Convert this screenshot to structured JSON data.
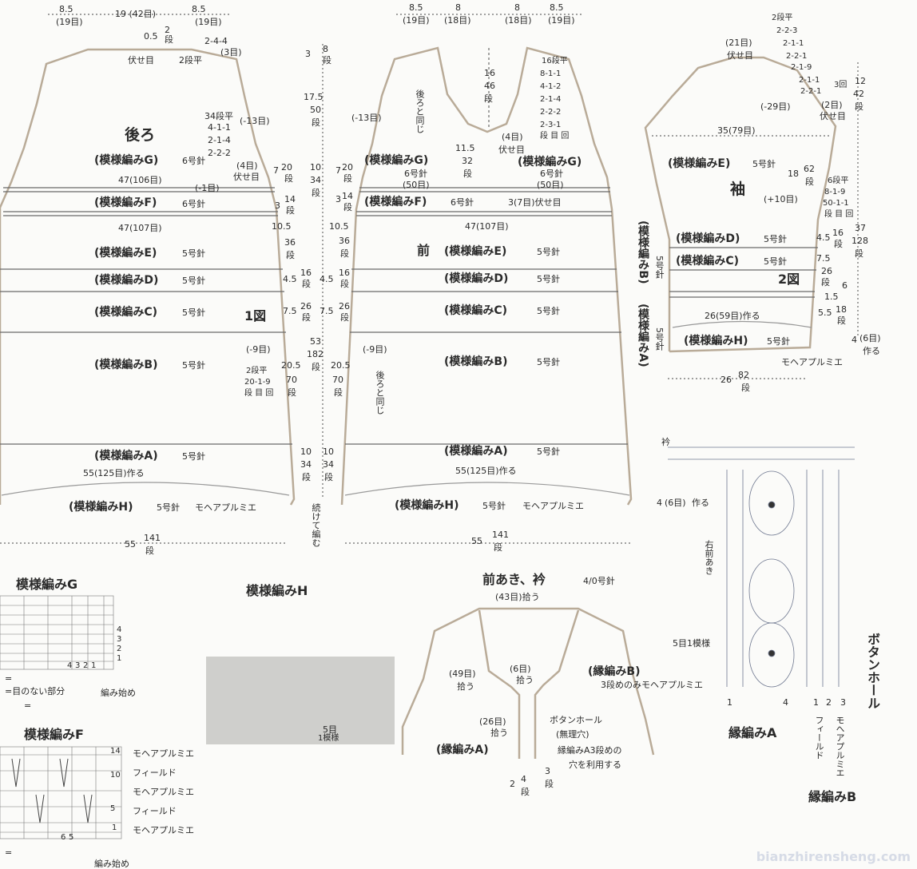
{
  "back": {
    "title": "後ろ",
    "top_dims": [
      "8.5",
      "(19目)",
      "19 (42目)",
      "8.5",
      "(19目)"
    ],
    "shoulder": [
      "0.5",
      "2",
      "段",
      "伏せ目",
      "2段平",
      "2-4-4",
      "(3目)"
    ],
    "armhole": [
      "34段平",
      "4-1-1",
      "2-1-4",
      "2-2-2",
      "(-13目)",
      "(4目)",
      "伏せ目"
    ],
    "pattern_g": "(模様編みG)",
    "needle_g": "6号針",
    "width_106": "47(106目)",
    "dec_1": "(-1目)",
    "pattern_f": "(模様編みF)",
    "needle_f": "6号針",
    "width_107": "47(107目)",
    "pattern_e": "(模様編みE)",
    "needle_e": "5号針",
    "pattern_d": "(模様編みD)",
    "needle_d": "5号針",
    "pattern_c": "(模様編みC)",
    "needle_c": "5号針",
    "fig": "1図",
    "dec_9": "(-9目)",
    "side_dec": [
      "2段平",
      "20-1-9",
      "段 目 回"
    ],
    "pattern_b": "(模様編みB)",
    "needle_b": "5号針",
    "pattern_a": "(模様編みA)",
    "needle_a": "5号針",
    "cast_on": "55(125目)作る",
    "pattern_h": "(模様編みH)",
    "needle_h": "5号針",
    "yarn": "モヘアプルミエ",
    "bottom": [
      "55",
      "141",
      "段"
    ]
  },
  "side_dims": {
    "left": [
      "7",
      "20",
      "段",
      "3",
      "14",
      "段",
      "10.5",
      "36",
      "段",
      "4.5",
      "16",
      "段",
      "7.5",
      "26",
      "段",
      "20.5",
      "70",
      "段",
      "10",
      "34",
      "段"
    ],
    "center": [
      "3",
      "8",
      "段",
      "17.5",
      "50",
      "段",
      "10",
      "34",
      "段",
      "53",
      "182",
      "段"
    ],
    "right": [
      "7",
      "20",
      "段",
      "3",
      "14",
      "段",
      "10.5",
      "36",
      "段",
      "4.5",
      "16",
      "段",
      "7.5",
      "26",
      "段",
      "20.5",
      "70",
      "段",
      "10",
      "34",
      "段"
    ],
    "continue": "続けて編む"
  },
  "front": {
    "title": "前",
    "top_dims": [
      "8.5",
      "(19目)",
      "8",
      "(18目)",
      "8",
      "(18目)",
      "8.5",
      "(19目)"
    ],
    "same_as_back": "後ろと同じ",
    "neck": [
      "16",
      "46",
      "段",
      "16段平",
      "8-1-1",
      "4-1-2",
      "2-1-4",
      "2-2-2",
      "2-3-1",
      "段 目 回"
    ],
    "dec_13": "(-13目)",
    "placket": [
      "(4目)",
      "伏せ目",
      "11.5",
      "32",
      "段"
    ],
    "pattern_g": "(模様編みG)",
    "needle_g": "6号針",
    "stitches_50": "(50目)",
    "pattern_f": "(模様編みF)",
    "needle_f": "6号針",
    "bind_off": "3(7目)伏せ目",
    "width_107": "47(107目)",
    "pattern_e": "(模様編みE)",
    "needle_e": "5号針",
    "pattern_d": "(模様編みD)",
    "needle_d": "5号針",
    "pattern_c": "(模様編みC)",
    "needle_c": "5号針",
    "dec_9": "(-9目)",
    "pattern_b": "(模様編みB)",
    "needle_b": "5号針",
    "pattern_a": "(模様編みA)",
    "needle_a": "5号針",
    "cast_on": "55(125目)作る",
    "pattern_h": "(模様編みH)",
    "needle_h": "5号針",
    "yarn": "モヘアプルミエ",
    "bottom": [
      "55",
      "141",
      "段"
    ]
  },
  "sleeve": {
    "title": "袖",
    "top": [
      "(21目)",
      "伏せ目",
      "2段平",
      "2-2-3",
      "2-1-1",
      "2-2-1",
      "2-1-9",
      "2-1-1",
      "2-2-1",
      "3回",
      "(-29目)",
      "(2目)",
      "伏せ目"
    ],
    "cap": [
      "12",
      "42",
      "段"
    ],
    "width": "35(79目)",
    "pattern_e": "(模様編みE)",
    "needle_e": "5号針",
    "cap_h": [
      "18",
      "62",
      "段"
    ],
    "inc": [
      "6段平",
      "8-1-9",
      "50-1-1",
      "段 目 回",
      "(+10目)"
    ],
    "total": [
      "37",
      "128",
      "段"
    ],
    "pattern_d": "(模様編みD)",
    "needle_d": "5号針",
    "pattern_c": "(模様編みC)",
    "needle_c": "5号針",
    "fig": "2図",
    "left_b": "(模様編みB)",
    "left_a": "(模様編みA)",
    "left_needle": "5号針",
    "right_dims": [
      "4.5",
      "16",
      "段",
      "7.5",
      "26",
      "段",
      "6",
      "1.5",
      "5.5",
      "18",
      "段",
      "4",
      "(6目)",
      "作る"
    ],
    "cast_on": "26(59目)作る",
    "pattern_h": "(模様編みH)",
    "needle_h": "5号針",
    "yarn": "モヘアプルミエ",
    "bottom": [
      "26",
      "82",
      "段"
    ]
  },
  "chart_g": {
    "title": "模様編みG",
    "rows": [
      "4",
      "3",
      "2",
      "1"
    ],
    "cols": [
      "4",
      "3",
      "2",
      "1"
    ],
    "start": "編み始め",
    "legend": [
      "=",
      "=目のない部分",
      "="
    ]
  },
  "chart_h": {
    "title": "模様編みH",
    "label": "5目",
    "repeat": "1模様"
  },
  "chart_f": {
    "title": "模様編みF",
    "rows": [
      "14",
      "10",
      "5",
      "1"
    ],
    "cols": [
      "6",
      "5"
    ],
    "stripes": [
      "モヘアプルミエ",
      "フィールド",
      "モヘアプルミエ",
      "フィールド",
      "モヘアプルミエ"
    ],
    "legend": "=",
    "start": "編み始め"
  },
  "neck_detail": {
    "title": "前あき、衿",
    "needle": "4/0号針",
    "pick_43": "(43目)拾う",
    "pick_49": [
      "(49目)",
      "拾う"
    ],
    "pick_6": [
      "(6目)",
      "拾う"
    ],
    "edging_b": [
      "(縁編みB)",
      "3段めのみモヘアプルミエ"
    ],
    "pick_26": [
      "(26目)",
      "拾う"
    ],
    "buttonhole": [
      "ボタンホール",
      "(無理穴)",
      "縁編みA3段めの",
      "穴を利用する"
    ],
    "edging_a": "(縁編みA)",
    "bottom": [
      "2",
      "4",
      "段",
      "3",
      "段"
    ]
  },
  "edging_chart": {
    "collar": "衿",
    "start": [
      "4",
      "(6目)",
      "作る"
    ],
    "right_front": "右前あき",
    "repeat": "5目1模様",
    "buttonhole": "ボタンホール",
    "row_a": [
      "1",
      "4"
    ],
    "row_b": [
      "1",
      "2",
      "3"
    ],
    "label_a": "縁編みA",
    "yarns": [
      "フィールド",
      "モヘアプルミエ"
    ],
    "label_b": "縁編みB"
  },
  "watermark": "bianzhirensheng.com"
}
